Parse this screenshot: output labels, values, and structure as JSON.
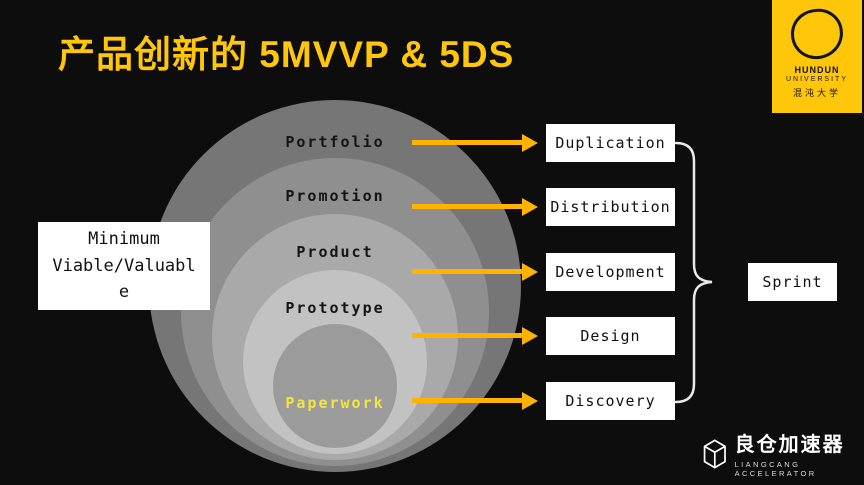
{
  "title": "产品创新的 5MVVP & 5DS",
  "hundun": {
    "name_en1": "HUNDUN",
    "name_en2": "UNIVERSITY",
    "name_cn": "混沌大学"
  },
  "mvv": {
    "text": "Minimum Viable/Valuable"
  },
  "rings": [
    {
      "label": "Portfolio"
    },
    {
      "label": "Promotion"
    },
    {
      "label": "Product"
    },
    {
      "label": "Prototype"
    },
    {
      "label": "Paperwork"
    }
  ],
  "stages": [
    {
      "label": "Duplication"
    },
    {
      "label": "Distribution"
    },
    {
      "label": "Development"
    },
    {
      "label": "Design"
    },
    {
      "label": "Discovery"
    }
  ],
  "sprint_label": "Sprint",
  "footer": {
    "name": "良仓加速器",
    "sub": "LIANGCANG ACCELERATOR"
  },
  "colors": {
    "background": "#0d0d0d",
    "accent_yellow": "#ffc60a",
    "arrow_yellow": "#ffb300",
    "paperwork_label": "#f2e540",
    "ring_outer": "#767676",
    "ring_2": "#8f8f8f",
    "ring_3": "#a9a9a9",
    "ring_4": "#c2c2c2",
    "ring_inner": "#9b9b9b"
  }
}
